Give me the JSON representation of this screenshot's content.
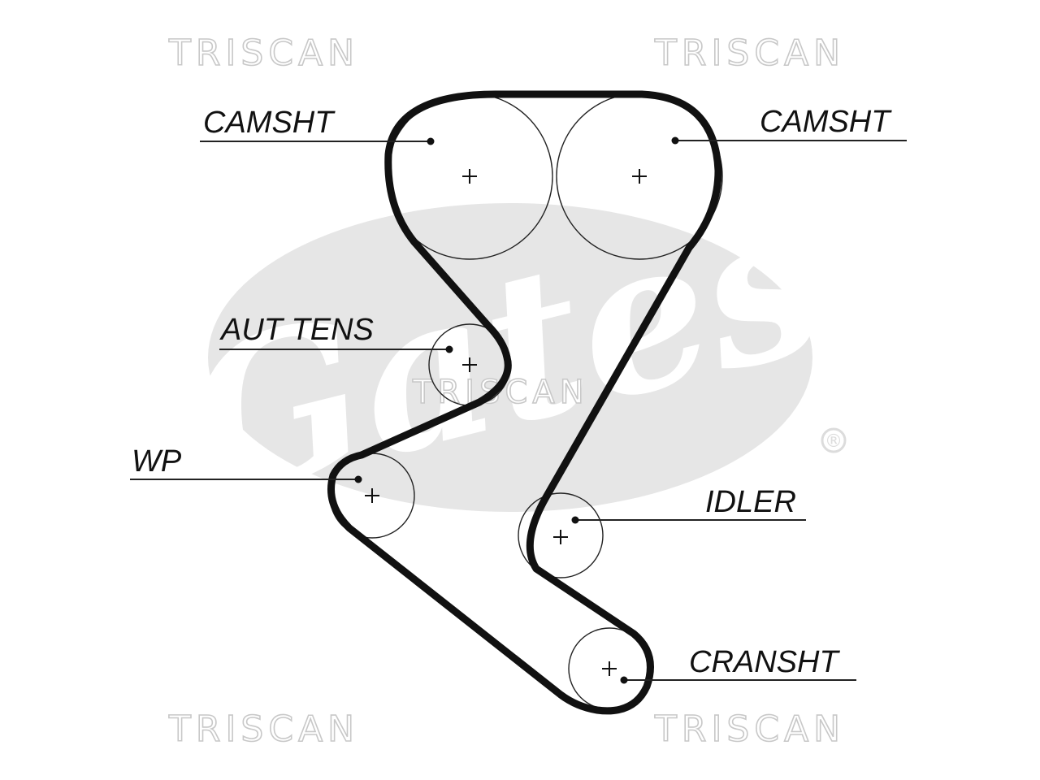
{
  "watermark": {
    "brand": "TRISCAN"
  },
  "logo": {
    "text": "Gates",
    "registered": "®"
  },
  "labels": {
    "camshaft_left": "CAMSHT",
    "camshaft_right": "CAMSHT",
    "auto_tensioner": "AUT TENS",
    "water_pump": "WP",
    "idler": "IDLER",
    "crankshaft": "CRANSHT"
  },
  "colors": {
    "belt": "#111111",
    "watermark": "#c8c8c8",
    "logo": "#e6e6e6"
  }
}
